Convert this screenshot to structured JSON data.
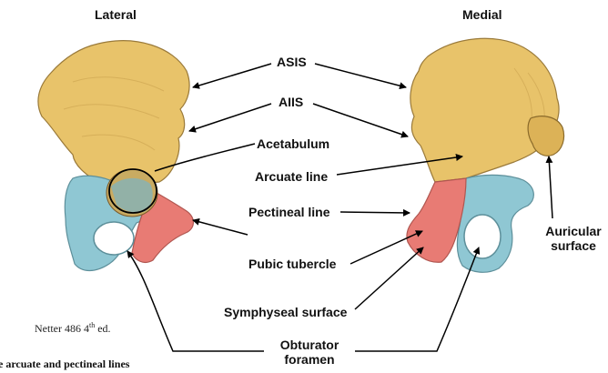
{
  "headers": {
    "lateral": "Lateral",
    "medial": "Medial"
  },
  "labels": {
    "asis": "ASIS",
    "aiis": "AIIS",
    "acetabulum": "Acetabulum",
    "arcuate_line": "Arcuate line",
    "pectineal_line": "Pectineal line",
    "pubic_tubercle": "Pubic tubercle",
    "symphyseal_surface": "Symphyseal surface",
    "obturator_line1": "Obturator",
    "obturator_line2": "foramen",
    "auricular_line1": "Auricular",
    "auricular_line2": "surface"
  },
  "reference": {
    "text": "Netter 486 4",
    "sup": "th",
    "suffix": " ed."
  },
  "caption": "e arcuate and pectineal lines",
  "colors": {
    "ilium": "#E8C36A",
    "ischium": "#8FC7D3",
    "pubis": "#E87B74",
    "outline": "#7a5a2a"
  }
}
